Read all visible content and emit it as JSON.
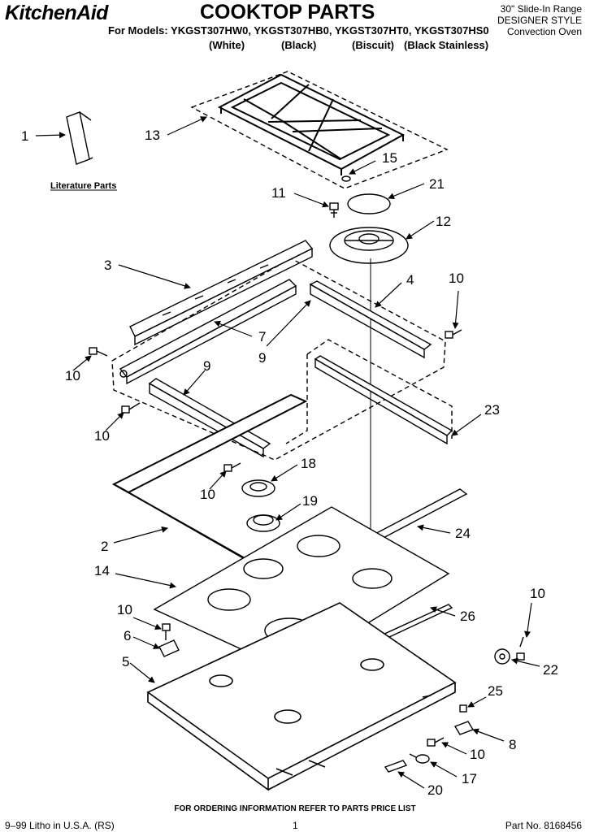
{
  "header": {
    "brand": "KitchenAid",
    "title": "COOKTOP PARTS",
    "range_line1": "30\" Slide-In Range",
    "range_line2": "DESIGNER STYLE",
    "range_line3": "Convection Oven",
    "models_line": "For Models: YKGST307HW0, YKGST307HB0, YKGST307HT0, YKGST307HS0",
    "colors": [
      "(White)",
      "(Black)",
      "(Biscuit)",
      "(Black Stainless)"
    ]
  },
  "diagram": {
    "literature_label": "Literature Parts",
    "callouts": [
      "1",
      "13",
      "15",
      "11",
      "21",
      "12",
      "3",
      "4",
      "10",
      "7",
      "9",
      "10",
      "9",
      "10",
      "23",
      "18",
      "10",
      "19",
      "2",
      "24",
      "14",
      "26",
      "10",
      "10",
      "6",
      "22",
      "5",
      "25",
      "8",
      "10",
      "17",
      "20"
    ]
  },
  "footer": {
    "ordering": "FOR ORDERING INFORMATION REFER TO PARTS PRICE LIST",
    "litho": "9–99 Litho in U.S.A. (RS)",
    "page": "1",
    "part_no": "Part No. 8168456"
  }
}
